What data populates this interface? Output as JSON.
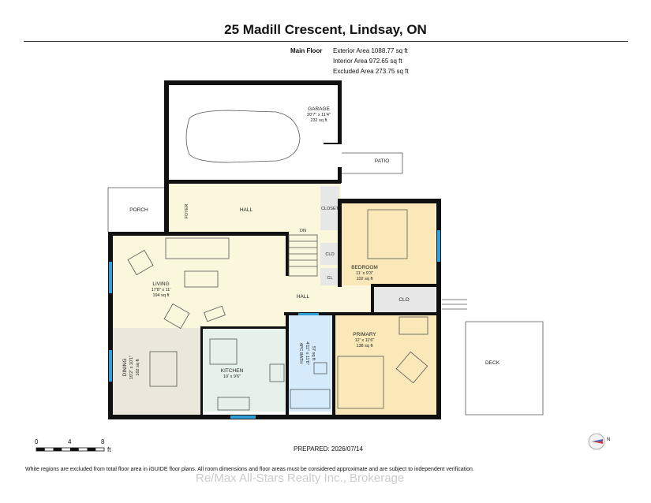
{
  "header": {
    "title": "25 Madill Crescent, Lindsay, ON",
    "floor": "Main Floor",
    "exterior_area": "Exterior Area 1088.77 sq ft",
    "interior_area": "Interior Area 972.65 sq ft",
    "excluded_area": "Excluded Area 273.75 sq ft"
  },
  "rooms": {
    "garage": {
      "name": "GARAGE",
      "dims": "20'7\" x 11'4\"",
      "area": "232 sq ft"
    },
    "patio": {
      "name": "PATIO"
    },
    "porch": {
      "name": "PORCH"
    },
    "foyer": {
      "name": "FOYER"
    },
    "hall_top": {
      "name": "HALL"
    },
    "closet": {
      "name": "CLOSET"
    },
    "dn": {
      "name": "DN"
    },
    "clo1": {
      "name": "CLO"
    },
    "cl": {
      "name": "CL"
    },
    "bedroom": {
      "name": "BEDROOM",
      "dims": "11' x 9'3\"",
      "area": "102 sq ft"
    },
    "living": {
      "name": "LIVING",
      "dims": "17'8\" x 11'",
      "area": "194 sq ft"
    },
    "hall_mid": {
      "name": "HALL"
    },
    "clo2": {
      "name": "CLO"
    },
    "dining": {
      "name": "DINING",
      "dims": "10'2\" x 10'1\"",
      "area": "102 sq ft"
    },
    "kitchen": {
      "name": "KITCHEN",
      "dims": "10' x 9'6\""
    },
    "bath": {
      "name": "4PC BATH",
      "dims": "4'11\" x 11'6\"",
      "area": "57 sq ft"
    },
    "primary": {
      "name": "PRIMARY",
      "dims": "12' x 11'6\"",
      "area": "138 sq ft"
    },
    "deck": {
      "name": "DECK"
    }
  },
  "colors": {
    "wall": "#111111",
    "living": "#fbf7dc",
    "hall": "#fbf7dc",
    "bedroom": "#fbe8b8",
    "dining": "#ece7dc",
    "kitchen": "#e6f1ea",
    "bath": "#d5eafa",
    "closet": "#e7e7e7",
    "window": "#2f9fd6"
  },
  "scale": {
    "t0": "0",
    "t4": "4",
    "t8": "8",
    "unit": "ft"
  },
  "footer": {
    "prepared": "PREPARED: 2026/07/14",
    "disclaimer": "White regions are excluded from total floor area in iGUIDE floor plans. All room dimensions and floor areas must be considered approximate and are subject to independent verification.",
    "watermark": "Re/Max All-Stars Realty Inc., Brokerage",
    "north": "N"
  }
}
